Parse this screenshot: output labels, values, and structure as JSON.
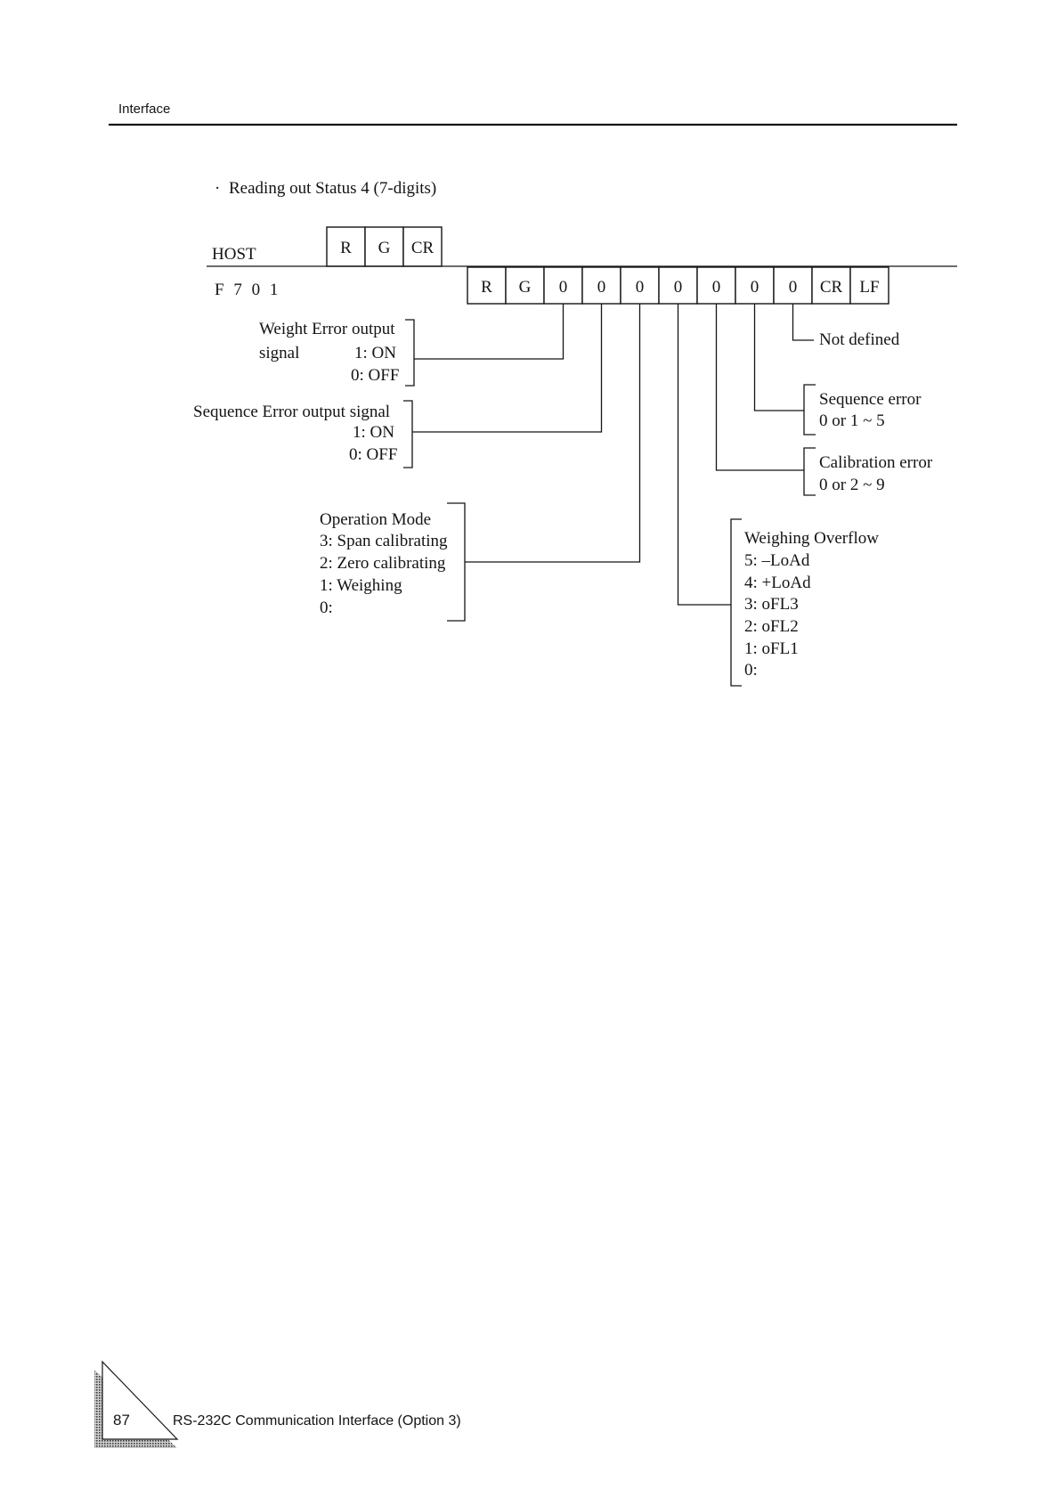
{
  "header": {
    "title": "Interface"
  },
  "section": {
    "bullet": "·",
    "title": "Reading out Status 4 (7-digits)"
  },
  "host": {
    "label": "HOST",
    "cells": [
      "R",
      "G",
      "CR"
    ]
  },
  "device": {
    "label": "F 7 0 1",
    "cells": [
      "R",
      "G",
      "0",
      "0",
      "0",
      "0",
      "0",
      "0",
      "0",
      "CR",
      "LF"
    ]
  },
  "weight_error_output": {
    "title": "Weight Error output",
    "title_line2": "signal",
    "on": "1: ON",
    "off": "0: OFF"
  },
  "sequence_error_output": {
    "title": "Sequence Error output signal",
    "on": "1: ON",
    "off": "0: OFF"
  },
  "operation_mode": {
    "title": "Operation Mode",
    "values": [
      "3: Span calibrating",
      "2: Zero calibrating",
      "1: Weighing",
      "0:"
    ]
  },
  "weighing_overflow": {
    "title": "Weighing Overflow",
    "values": [
      "5: –LoAd",
      "4: +LoAd",
      "3: oFL3",
      "2: oFL2",
      "1: oFL1",
      "0:"
    ]
  },
  "calibration_error": {
    "title": "Calibration error",
    "range": "0 or 2 ~ 9"
  },
  "sequence_error": {
    "title": "Sequence error",
    "range": "0 or 1 ~ 5"
  },
  "not_defined": {
    "label": "Not defined"
  },
  "footer": {
    "page_number": "87",
    "title": "RS-232C Communication Interface (Option 3)"
  }
}
